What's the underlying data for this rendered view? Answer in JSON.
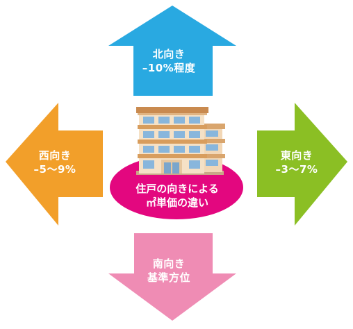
{
  "center": {
    "line1": "住戸の向きによる",
    "line2": "㎡単価の違い",
    "ellipse_color": "#e3077f"
  },
  "arrows": {
    "north": {
      "direction": "北向き",
      "value": "–10%程度",
      "color": "#29a9e1"
    },
    "west": {
      "direction": "西向き",
      "value": "–5〜9%",
      "color": "#f29f2a"
    },
    "east": {
      "direction": "東向き",
      "value": "–3〜7%",
      "color": "#8bbf24"
    },
    "south": {
      "direction": "南向き",
      "value": "基準方位",
      "color": "#ef8cb4"
    }
  },
  "building": {
    "icon": "apartment-building-icon"
  }
}
